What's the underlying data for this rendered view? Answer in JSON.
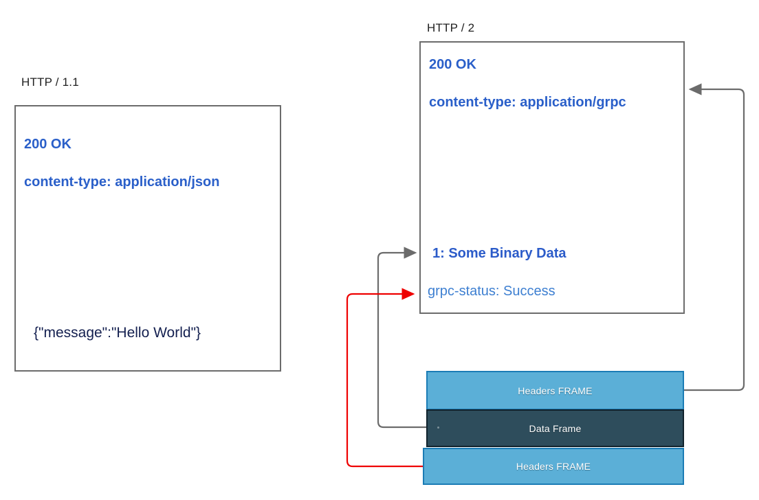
{
  "diagram": {
    "title_http11": "HTTP / 1.1",
    "title_http2": "HTTP / 2"
  },
  "http11_box": {
    "status_line": "200 OK",
    "content_type": "content-type: application/json",
    "body": "{\"message\":\"Hello World\"}"
  },
  "http2_box": {
    "status_line": "200 OK",
    "content_type": "content-type: application/grpc",
    "binary_data": "1: Some Binary Data",
    "grpc_status": "grpc-status: Success"
  },
  "frames": [
    {
      "label": "Headers FRAME",
      "kind": "headers"
    },
    {
      "label": "Data Frame",
      "kind": "data"
    },
    {
      "label": "Headers FRAME",
      "kind": "headers"
    }
  ],
  "colors": {
    "header_blue": "#2a5fc9",
    "light_blue_text": "#3d7fd1",
    "json_navy": "#131f4f",
    "frame_light_blue": "#5BAFD7",
    "frame_light_blue_border": "#1b7cb5",
    "frame_dark_slate": "#2E4D5C",
    "frame_dark_border": "#10222c",
    "box_border_gray": "#6b6b6b",
    "connector_gray": "#6b6b6b",
    "connector_red": "#ee0000",
    "caption_text": "#1f1f1f"
  },
  "connectors": [
    {
      "name": "data-frame-to-binary-data",
      "color": "#6b6b6b",
      "from": "Data Frame left edge",
      "to": "1: Some Binary Data"
    },
    {
      "name": "headers-frame-bottom-to-grpc-status",
      "color": "#ee0000",
      "from": "Headers FRAME (bottom) left edge",
      "to": "grpc-status: Success"
    },
    {
      "name": "headers-frame-top-to-http2-box",
      "color": "#6b6b6b",
      "from": "Headers FRAME (top) right edge",
      "to": "HTTP / 2 response box right edge"
    }
  ]
}
